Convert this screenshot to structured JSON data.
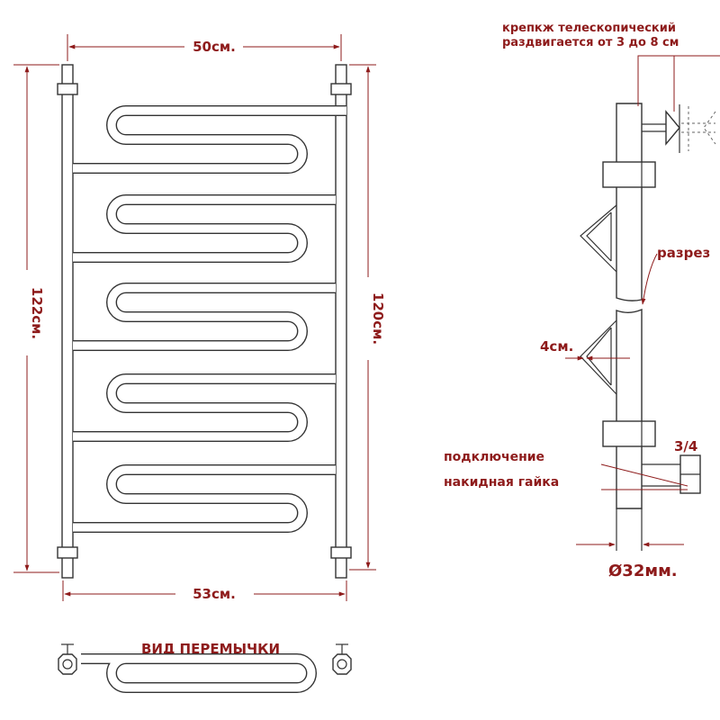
{
  "dimensions": {
    "top_width": "50см.",
    "bottom_width": "53см.",
    "total_height": "122см.",
    "axis_height": "120см.",
    "bracket_offset": "4см.",
    "pipe_diameter": "Ø32мм.",
    "thread_size": "3/4"
  },
  "labels": {
    "telescopic_line1": "крепкж телескопический",
    "telescopic_line2": "раздвигается от 3 до 8 см",
    "cut": "разрез",
    "connection_line1": "подключение",
    "connection_line2": "накидная гайка",
    "jumper_view": "ВИД ПЕРЕМЫЧКИ"
  },
  "colors": {
    "annotation": "#8e1b1b",
    "outline": "#333333",
    "background": "#ffffff"
  }
}
